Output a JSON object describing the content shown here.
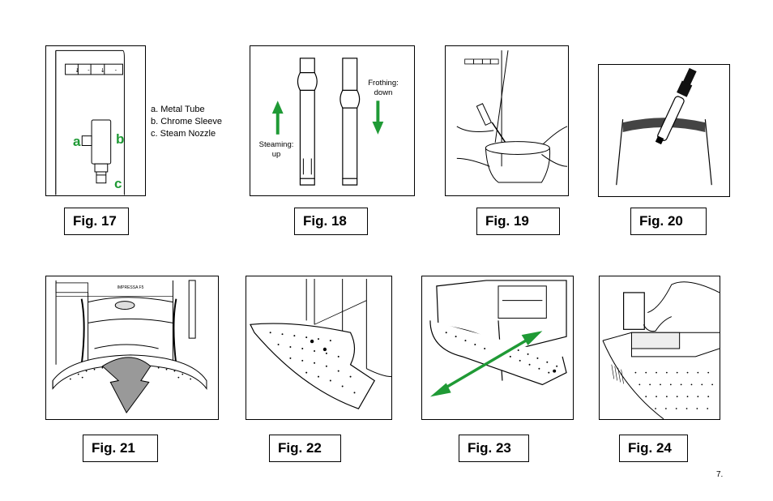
{
  "figures": {
    "fig17": "Fig. 17",
    "fig18": "Fig. 18",
    "fig19": "Fig. 19",
    "fig20": "Fig. 20",
    "fig21": "Fig. 21",
    "fig22": "Fig. 22",
    "fig23": "Fig. 23",
    "fig24": "Fig. 24"
  },
  "fig17_parts": {
    "a": "a. Metal Tube",
    "b": "b. Chrome Sleeve",
    "c": "c. Steam Nozzle",
    "letter_a": "a",
    "letter_b": "b",
    "letter_c": "c"
  },
  "fig18_labels": {
    "frothing_1": "Frothing:",
    "frothing_2": "down",
    "steaming_1": "Steaming:",
    "steaming_2": "up"
  },
  "fig21_brand": "IMPRESSA F5",
  "page_number": "7.",
  "colors": {
    "accent": "#1f9a35"
  }
}
